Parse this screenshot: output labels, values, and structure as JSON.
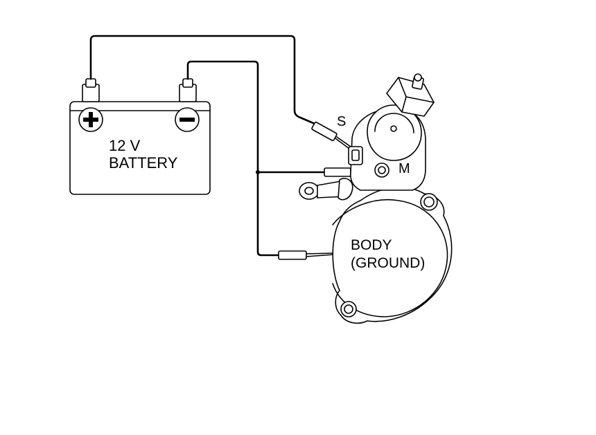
{
  "battery": {
    "line1": "12 V",
    "line2": "BATTERY",
    "positive_symbol": "+",
    "negative_symbol": "−"
  },
  "starter": {
    "terminal_s": "S",
    "terminal_m": "M",
    "body_line1": "BODY",
    "body_line2": "(GROUND)"
  }
}
